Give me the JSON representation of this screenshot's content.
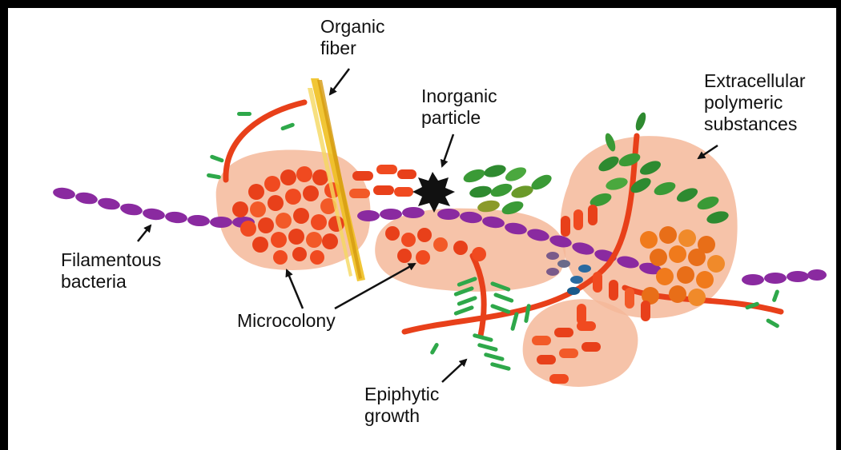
{
  "labels": {
    "organic_fiber": "Organic\nfiber",
    "inorganic_particle": "Inorganic\nparticle",
    "extracellular_polymeric_substances": "Extracellular\npolymeric\nsubstances",
    "filamentous_bacteria": "Filamentous\nbacteria",
    "microcolony": "Microcolony",
    "epiphytic_growth": "Epiphytic\ngrowth"
  },
  "colors": {
    "eps_halo": "#f4b89a",
    "microcolony_red": "#e8401a",
    "microcolony_orange": "#f07a1c",
    "filamentous_purple": "#8a2aa0",
    "epiphytic_green": "#2ea84a",
    "fiber_yellow": "#f0c020",
    "particle_black": "#111111",
    "frame_black": "#000000"
  }
}
